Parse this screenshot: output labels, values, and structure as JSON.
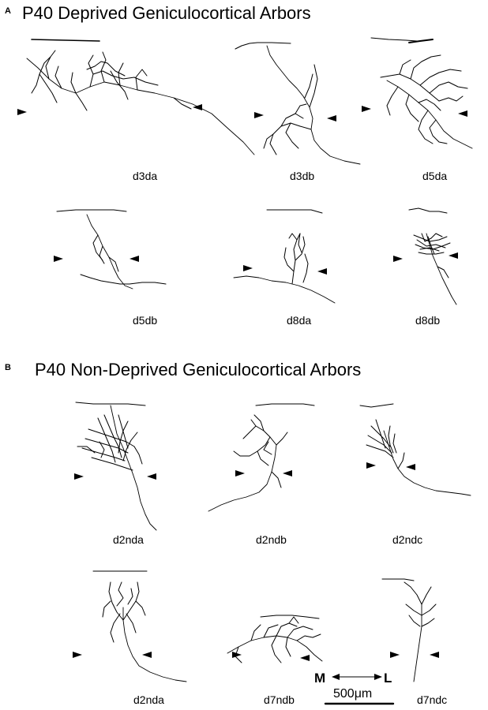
{
  "panels": {
    "a": {
      "letter": "A",
      "title": "P40 Deprived Geniculocortical Arbors"
    },
    "b": {
      "letter": "B",
      "title": "P40 Non-Deprived Geniculocortical Arbors"
    }
  },
  "arbors_a": [
    "d3da",
    "d3db",
    "d5da",
    "d5db",
    "d8da",
    "d8db"
  ],
  "arbors_b": [
    "d2nda",
    "d2ndb",
    "d2ndc",
    "d2nda",
    "d7ndb",
    "d7ndc"
  ],
  "orientation": {
    "medial": "M",
    "lateral": "L"
  },
  "scale_bar": {
    "label": "500μm"
  }
}
